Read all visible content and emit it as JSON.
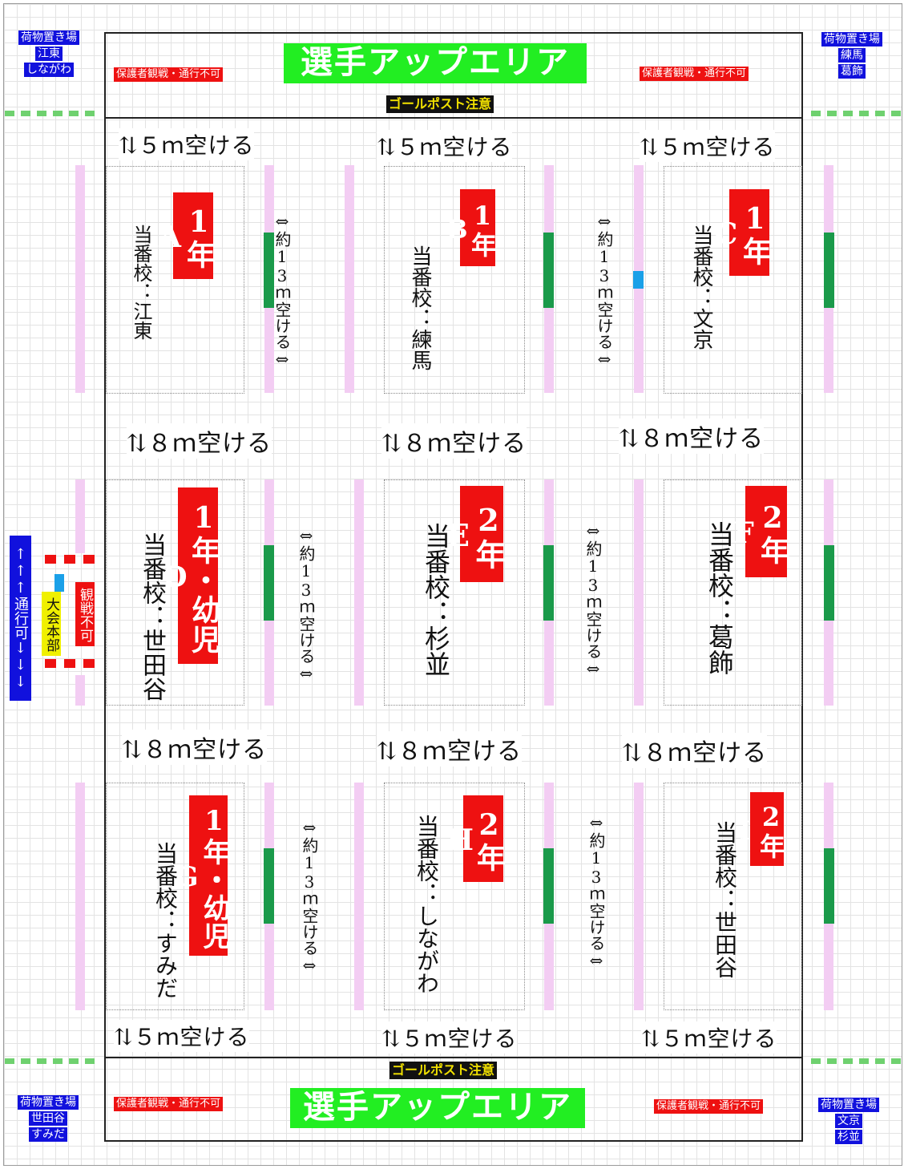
{
  "top": {
    "banner": "選手アップエリア",
    "goal_caution": "ゴールポスト注意",
    "no_pass_left": "保護者観戦・通行不可",
    "no_pass_right": "保護者観戦・通行不可",
    "luggage_left": [
      "荷物置き場",
      "江東",
      "しながわ"
    ],
    "luggage_right": [
      "荷物置き場",
      "練馬",
      "葛飾"
    ]
  },
  "bottom": {
    "banner": "選手アップエリア",
    "goal_caution": "ゴールポスト注意",
    "no_pass_left": "保護者観戦・通行不可",
    "no_pass_right": "保護者観戦・通行不可",
    "luggage_left": [
      "荷物置き場",
      "世田谷",
      "すみだ"
    ],
    "luggage_right": [
      "荷物置き場",
      "文京",
      "杉並"
    ]
  },
  "left_side": {
    "passage": "↑↑↑通行可↓↓↓",
    "hq": "大会本部",
    "no_watch": "観戦不可"
  },
  "gaps": {
    "top_row": [
      "⇅５ｍ空ける",
      "⇅５ｍ空ける",
      "⇅５ｍ空ける"
    ],
    "mid_row_1": [
      "⇅８ｍ空ける",
      "⇅８ｍ空ける",
      "⇅８ｍ空ける"
    ],
    "mid_row_2": [
      "⇅８ｍ空ける",
      "⇅８ｍ空ける",
      "⇅８ｍ空ける"
    ],
    "bottom_row": [
      "⇅５ｍ空ける",
      "⇅５ｍ空ける",
      "⇅５ｍ空ける"
    ],
    "between_courts": "⇔約13ｍ空ける⇔"
  },
  "courts": [
    {
      "label": "1年A",
      "duty": "当番校：江東"
    },
    {
      "label": "1年B",
      "duty": "当番校：練馬"
    },
    {
      "label": "1年C",
      "duty": "当番校：文京"
    },
    {
      "label": "1年・幼児D",
      "duty": "当番校：世田谷"
    },
    {
      "label": "2年E",
      "duty": "当番校：杉並"
    },
    {
      "label": "2年F",
      "duty": "当番校：葛飾"
    },
    {
      "label": "1年・幼児G",
      "duty": "当番校：すみだ"
    },
    {
      "label": "2年H",
      "duty": "当番校：しながわ"
    },
    {
      "label": "2年I",
      "duty": "当番校：世田谷"
    }
  ],
  "colors": {
    "banner": "#22ee22",
    "label_red": "#ee1111",
    "tag_blue": "#1111dd",
    "pink_line": "#f3cdf3",
    "goal_green": "#1a9a4a"
  }
}
